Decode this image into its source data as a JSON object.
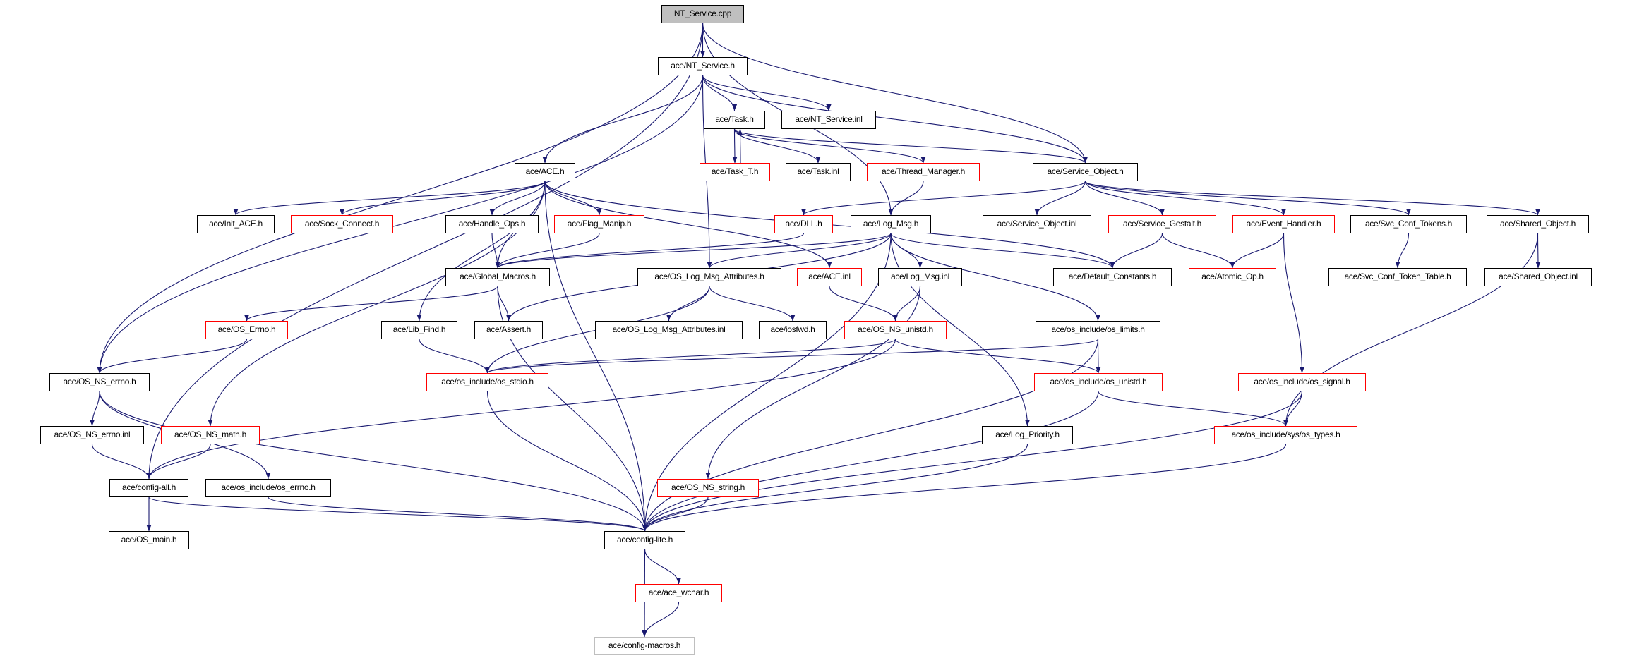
{
  "graph": {
    "title": "NT_Service.cpp include dependency graph",
    "colors": {
      "edge": "#191970",
      "normal_border": "#000000",
      "truncated_border": "#ff0000",
      "root_fill": "#bfbfbf",
      "external_border": "#bfbfbf"
    },
    "nodes": [
      {
        "id": "NT_Service.cpp",
        "label": "NT_Service.cpp",
        "style": "root"
      },
      {
        "id": "ace/NT_Service.h",
        "label": "ace/NT_Service.h",
        "style": "normal"
      },
      {
        "id": "ace/Task.h",
        "label": "ace/Task.h",
        "style": "normal"
      },
      {
        "id": "ace/NT_Service.inl",
        "label": "ace/NT_Service.inl",
        "style": "normal"
      },
      {
        "id": "ace/ACE.h",
        "label": "ace/ACE.h",
        "style": "normal"
      },
      {
        "id": "ace/Task_T.h",
        "label": "ace/Task_T.h",
        "style": "red"
      },
      {
        "id": "ace/Task.inl",
        "label": "ace/Task.inl",
        "style": "normal"
      },
      {
        "id": "ace/Thread_Manager.h",
        "label": "ace/Thread_Manager.h",
        "style": "red"
      },
      {
        "id": "ace/Service_Object.h",
        "label": "ace/Service_Object.h",
        "style": "normal"
      },
      {
        "id": "ace/Init_ACE.h",
        "label": "ace/Init_ACE.h",
        "style": "normal"
      },
      {
        "id": "ace/Sock_Connect.h",
        "label": "ace/Sock_Connect.h",
        "style": "red"
      },
      {
        "id": "ace/Handle_Ops.h",
        "label": "ace/Handle_Ops.h",
        "style": "normal"
      },
      {
        "id": "ace/Flag_Manip.h",
        "label": "ace/Flag_Manip.h",
        "style": "red"
      },
      {
        "id": "ace/DLL.h",
        "label": "ace/DLL.h",
        "style": "red"
      },
      {
        "id": "ace/Log_Msg.h",
        "label": "ace/Log_Msg.h",
        "style": "normal"
      },
      {
        "id": "ace/Service_Object.inl",
        "label": "ace/Service_Object.inl",
        "style": "normal"
      },
      {
        "id": "ace/Service_Gestalt.h",
        "label": "ace/Service_Gestalt.h",
        "style": "red"
      },
      {
        "id": "ace/Event_Handler.h",
        "label": "ace/Event_Handler.h",
        "style": "red"
      },
      {
        "id": "ace/Svc_Conf_Tokens.h",
        "label": "ace/Svc_Conf_Tokens.h",
        "style": "normal"
      },
      {
        "id": "ace/Shared_Object.h",
        "label": "ace/Shared_Object.h",
        "style": "normal"
      },
      {
        "id": "ace/Global_Macros.h",
        "label": "ace/Global_Macros.h",
        "style": "normal"
      },
      {
        "id": "ace/OS_Log_Msg_Attributes.h",
        "label": "ace/OS_Log_Msg_Attributes.h",
        "style": "normal"
      },
      {
        "id": "ace/ACE.inl",
        "label": "ace/ACE.inl",
        "style": "red"
      },
      {
        "id": "ace/Log_Msg.inl",
        "label": "ace/Log_Msg.inl",
        "style": "normal"
      },
      {
        "id": "ace/Default_Constants.h",
        "label": "ace/Default_Constants.h",
        "style": "normal"
      },
      {
        "id": "ace/Atomic_Op.h",
        "label": "ace/Atomic_Op.h",
        "style": "red"
      },
      {
        "id": "ace/Svc_Conf_Token_Table.h",
        "label": "ace/Svc_Conf_Token_Table.h",
        "style": "normal"
      },
      {
        "id": "ace/Shared_Object.inl",
        "label": "ace/Shared_Object.inl",
        "style": "normal"
      },
      {
        "id": "ace/OS_Errno.h",
        "label": "ace/OS_Errno.h",
        "style": "red"
      },
      {
        "id": "ace/Lib_Find.h",
        "label": "ace/Lib_Find.h",
        "style": "normal"
      },
      {
        "id": "ace/Assert.h",
        "label": "ace/Assert.h",
        "style": "normal"
      },
      {
        "id": "ace/OS_Log_Msg_Attributes.inl",
        "label": "ace/OS_Log_Msg_Attributes.inl",
        "style": "normal"
      },
      {
        "id": "ace/iosfwd.h",
        "label": "ace/iosfwd.h",
        "style": "normal"
      },
      {
        "id": "ace/OS_NS_unistd.h",
        "label": "ace/OS_NS_unistd.h",
        "style": "red"
      },
      {
        "id": "ace/os_include/os_limits.h",
        "label": "ace/os_include/os_limits.h",
        "style": "normal"
      },
      {
        "id": "ace/OS_NS_errno.h",
        "label": "ace/OS_NS_errno.h",
        "style": "normal"
      },
      {
        "id": "ace/os_include/os_stdio.h",
        "label": "ace/os_include/os_stdio.h",
        "style": "red"
      },
      {
        "id": "ace/os_include/os_unistd.h",
        "label": "ace/os_include/os_unistd.h",
        "style": "red"
      },
      {
        "id": "ace/os_include/os_signal.h",
        "label": "ace/os_include/os_signal.h",
        "style": "red"
      },
      {
        "id": "ace/OS_NS_errno.inl",
        "label": "ace/OS_NS_errno.inl",
        "style": "normal"
      },
      {
        "id": "ace/OS_NS_math.h",
        "label": "ace/OS_NS_math.h",
        "style": "red"
      },
      {
        "id": "ace/Log_Priority.h",
        "label": "ace/Log_Priority.h",
        "style": "normal"
      },
      {
        "id": "ace/os_include/sys/os_types.h",
        "label": "ace/os_include/sys/os_types.h",
        "style": "red"
      },
      {
        "id": "ace/config-all.h",
        "label": "ace/config-all.h",
        "style": "normal"
      },
      {
        "id": "ace/os_include/os_errno.h",
        "label": "ace/os_include/os_errno.h",
        "style": "normal"
      },
      {
        "id": "ace/OS_NS_string.h",
        "label": "ace/OS_NS_string.h",
        "style": "red"
      },
      {
        "id": "ace/OS_main.h",
        "label": "ace/OS_main.h",
        "style": "normal"
      },
      {
        "id": "ace/config-lite.h",
        "label": "ace/config-lite.h",
        "style": "normal"
      },
      {
        "id": "ace/ace_wchar.h",
        "label": "ace/ace_wchar.h",
        "style": "red"
      },
      {
        "id": "ace/config-macros.h",
        "label": "ace/config-macros.h",
        "style": "grey"
      }
    ],
    "edges": [
      [
        "NT_Service.cpp",
        "ace/NT_Service.h"
      ],
      [
        "NT_Service.cpp",
        "ace/Service_Object.h"
      ],
      [
        "NT_Service.cpp",
        "ace/Log_Msg.h"
      ],
      [
        "NT_Service.cpp",
        "ace/OS_NS_errno.h"
      ],
      [
        "NT_Service.cpp",
        "ace/config-all.h"
      ],
      [
        "ace/NT_Service.h",
        "ace/ACE.h"
      ],
      [
        "ace/NT_Service.h",
        "ace/Task.h"
      ],
      [
        "ace/NT_Service.h",
        "ace/NT_Service.inl"
      ],
      [
        "ace/NT_Service.h",
        "ace/Service_Object.h"
      ],
      [
        "ace/NT_Service.h",
        "ace/OS_Log_Msg_Attributes.h"
      ],
      [
        "ace/NT_Service.h",
        "ace/OS_NS_errno.h"
      ],
      [
        "ace/Task.h",
        "ace/Task_T.h"
      ],
      [
        "ace/Task_T.h",
        "ace/Task.h"
      ],
      [
        "ace/Task.h",
        "ace/Task.inl"
      ],
      [
        "ace/Task.h",
        "ace/Thread_Manager.h"
      ],
      [
        "ace/Task.h",
        "ace/Service_Object.h"
      ],
      [
        "ace/Thread_Manager.h",
        "ace/Log_Msg.h"
      ],
      [
        "ace/ACE.h",
        "ace/Init_ACE.h"
      ],
      [
        "ace/ACE.h",
        "ace/Sock_Connect.h"
      ],
      [
        "ace/ACE.h",
        "ace/Handle_Ops.h"
      ],
      [
        "ace/ACE.h",
        "ace/Flag_Manip.h"
      ],
      [
        "ace/ACE.h",
        "ace/Lib_Find.h"
      ],
      [
        "ace/ACE.h",
        "ace/ACE.inl"
      ],
      [
        "ace/ACE.h",
        "ace/Default_Constants.h"
      ],
      [
        "ace/ACE.h",
        "ace/Global_Macros.h"
      ],
      [
        "ace/ACE.h",
        "ace/OS_NS_math.h"
      ],
      [
        "ace/ACE.h",
        "ace/config-lite.h"
      ],
      [
        "ace/Service_Object.h",
        "ace/DLL.h"
      ],
      [
        "ace/Service_Object.h",
        "ace/Service_Object.inl"
      ],
      [
        "ace/Service_Object.h",
        "ace/Service_Gestalt.h"
      ],
      [
        "ace/Service_Object.h",
        "ace/Event_Handler.h"
      ],
      [
        "ace/Service_Object.h",
        "ace/Svc_Conf_Tokens.h"
      ],
      [
        "ace/Service_Object.h",
        "ace/Shared_Object.h"
      ],
      [
        "ace/DLL.h",
        "ace/Global_Macros.h"
      ],
      [
        "ace/Log_Msg.h",
        "ace/Global_Macros.h"
      ],
      [
        "ace/Log_Msg.h",
        "ace/OS_Log_Msg_Attributes.h"
      ],
      [
        "ace/Log_Msg.h",
        "ace/Assert.h"
      ],
      [
        "ace/Log_Msg.h",
        "ace/Log_Msg.inl"
      ],
      [
        "ace/Log_Msg.h",
        "ace/Default_Constants.h"
      ],
      [
        "ace/Log_Msg.h",
        "ace/os_include/os_limits.h"
      ],
      [
        "ace/Log_Msg.h",
        "ace/Log_Priority.h"
      ],
      [
        "ace/Log_Msg.h",
        "ace/config-lite.h"
      ],
      [
        "ace/Service_Gestalt.h",
        "ace/Default_Constants.h"
      ],
      [
        "ace/Service_Gestalt.h",
        "ace/Atomic_Op.h"
      ],
      [
        "ace/Event_Handler.h",
        "ace/Atomic_Op.h"
      ],
      [
        "ace/Event_Handler.h",
        "ace/os_include/os_signal.h"
      ],
      [
        "ace/Svc_Conf_Tokens.h",
        "ace/Svc_Conf_Token_Table.h"
      ],
      [
        "ace/Shared_Object.h",
        "ace/Shared_Object.inl"
      ],
      [
        "ace/Shared_Object.h",
        "ace/os_include/sys/os_types.h"
      ],
      [
        "ace/Handle_Ops.h",
        "ace/Global_Macros.h"
      ],
      [
        "ace/Flag_Manip.h",
        "ace/Global_Macros.h"
      ],
      [
        "ace/Global_Macros.h",
        "ace/OS_Errno.h"
      ],
      [
        "ace/Global_Macros.h",
        "ace/Assert.h"
      ],
      [
        "ace/Global_Macros.h",
        "ace/config-lite.h"
      ],
      [
        "ace/OS_Log_Msg_Attributes.h",
        "ace/OS_Log_Msg_Attributes.inl"
      ],
      [
        "ace/OS_Log_Msg_Attributes.h",
        "ace/iosfwd.h"
      ],
      [
        "ace/OS_Log_Msg_Attributes.h",
        "ace/os_include/os_stdio.h"
      ],
      [
        "ace/ACE.inl",
        "ace/OS_NS_unistd.h"
      ],
      [
        "ace/Log_Msg.inl",
        "ace/OS_NS_unistd.h"
      ],
      [
        "ace/Log_Msg.inl",
        "ace/OS_NS_string.h"
      ],
      [
        "ace/OS_Errno.h",
        "ace/OS_NS_errno.h"
      ],
      [
        "ace/Lib_Find.h",
        "ace/os_include/os_stdio.h"
      ],
      [
        "ace/OS_NS_unistd.h",
        "ace/os_include/os_stdio.h"
      ],
      [
        "ace/OS_NS_unistd.h",
        "ace/os_include/os_unistd.h"
      ],
      [
        "ace/OS_NS_unistd.h",
        "ace/config-all.h"
      ],
      [
        "ace/os_include/os_limits.h",
        "ace/os_include/os_stdio.h"
      ],
      [
        "ace/os_include/os_limits.h",
        "ace/os_include/os_unistd.h"
      ],
      [
        "ace/os_include/os_limits.h",
        "ace/config-lite.h"
      ],
      [
        "ace/os_include/os_stdio.h",
        "ace/config-lite.h"
      ],
      [
        "ace/os_include/os_unistd.h",
        "ace/os_include/sys/os_types.h"
      ],
      [
        "ace/os_include/os_unistd.h",
        "ace/config-lite.h"
      ],
      [
        "ace/os_include/os_signal.h",
        "ace/os_include/sys/os_types.h"
      ],
      [
        "ace/os_include/os_signal.h",
        "ace/config-lite.h"
      ],
      [
        "ace/OS_NS_errno.h",
        "ace/OS_NS_errno.inl"
      ],
      [
        "ace/OS_NS_errno.h",
        "ace/os_include/os_errno.h"
      ],
      [
        "ace/OS_NS_errno.h",
        "ace/config-lite.h"
      ],
      [
        "ace/OS_NS_errno.inl",
        "ace/config-all.h"
      ],
      [
        "ace/OS_NS_math.h",
        "ace/config-all.h"
      ],
      [
        "ace/config-all.h",
        "ace/OS_main.h"
      ],
      [
        "ace/config-all.h",
        "ace/config-lite.h"
      ],
      [
        "ace/os_include/os_errno.h",
        "ace/config-lite.h"
      ],
      [
        "ace/Log_Priority.h",
        "ace/config-lite.h"
      ],
      [
        "ace/os_include/sys/os_types.h",
        "ace/config-lite.h"
      ],
      [
        "ace/OS_NS_string.h",
        "ace/config-lite.h"
      ],
      [
        "ace/config-lite.h",
        "ace/ace_wchar.h"
      ],
      [
        "ace/config-lite.h",
        "ace/config-macros.h"
      ],
      [
        "ace/ace_wchar.h",
        "ace/config-macros.h"
      ]
    ]
  }
}
